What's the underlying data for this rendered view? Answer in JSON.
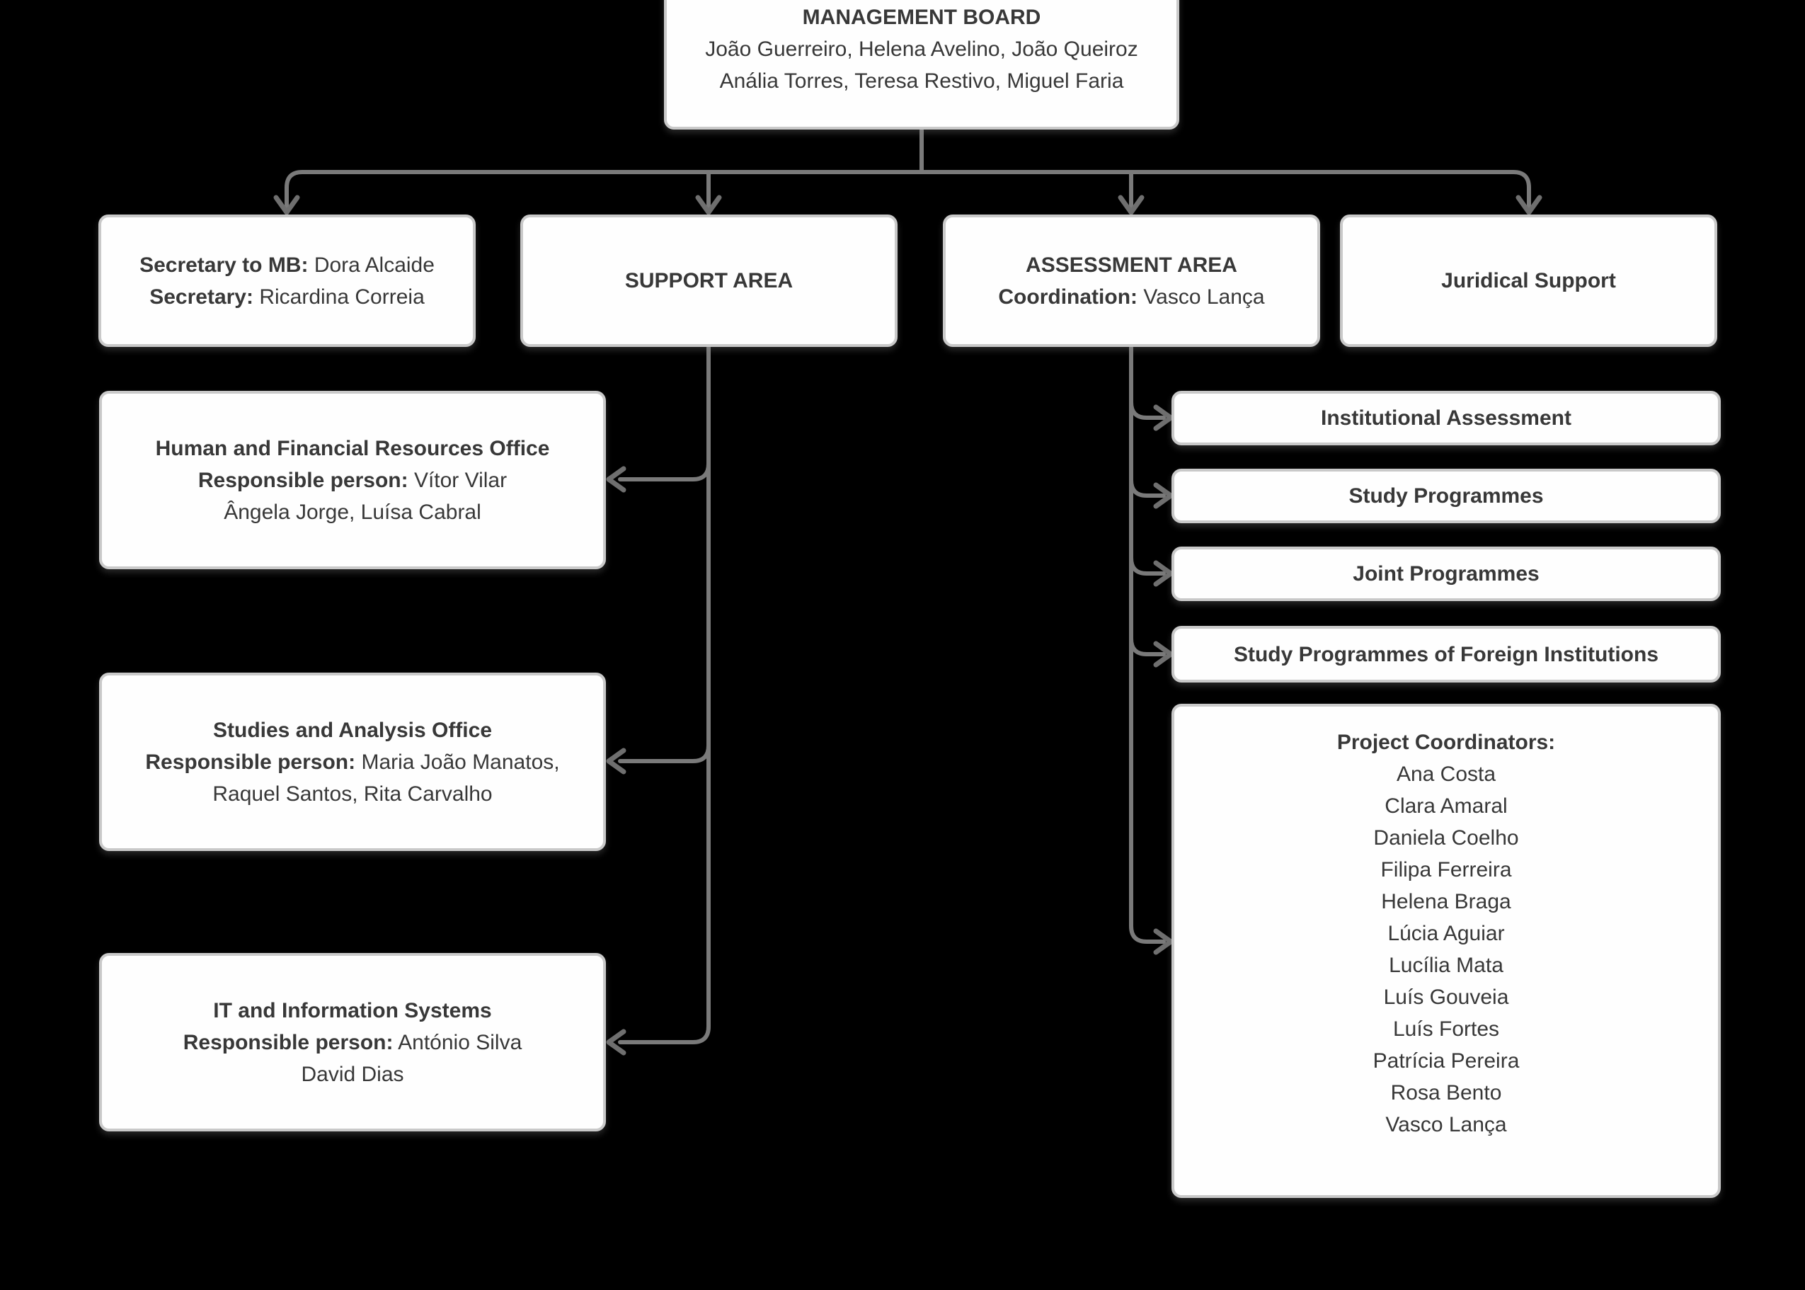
{
  "colors": {
    "background": "#000000",
    "node_fill": "#fefefe",
    "node_border": "#c9c9c9",
    "text": "#383838",
    "connector": "#7a7a7a"
  },
  "org_chart": {
    "management_board": {
      "title": "MANAGEMENT BOARD",
      "members_line1": "João Guerreiro, Helena Avelino, João Queiroz",
      "members_line2": "Anália Torres, Teresa Restivo, Miguel Faria"
    },
    "secretary": {
      "label1": "Secretary to MB:",
      "value1": "Dora Alcaide",
      "label2": "Secretary:",
      "value2": "Ricardina Correia"
    },
    "support_area": {
      "title": "SUPPORT AREA"
    },
    "assessment_area": {
      "title": "ASSESSMENT AREA",
      "coordination_label": "Coordination:",
      "coordination_value": "Vasco Lança"
    },
    "juridical_support": {
      "title": "Juridical Support"
    },
    "hr_office": {
      "title": "Human and Financial Resources Office",
      "responsible_label": "Responsible person:",
      "responsible_value": "Vítor Vilar",
      "staff_line": "Ângela Jorge, Luísa Cabral"
    },
    "studies_office": {
      "title": "Studies and Analysis Office",
      "responsible_label": "Responsible person:",
      "responsible_value": "Maria João Manatos,",
      "staff_line": "Raquel Santos, Rita Carvalho"
    },
    "it_office": {
      "title": "IT and Information Systems",
      "responsible_label": "Responsible person:",
      "responsible_value": "António Silva",
      "staff_line": "David Dias"
    },
    "institutional_assessment": {
      "title": "Institutional Assessment"
    },
    "study_programmes": {
      "title": "Study Programmes"
    },
    "joint_programmes": {
      "title": "Joint Programmes"
    },
    "foreign_programmes": {
      "title": "Study Programmes of Foreign Institutions"
    },
    "project_coordinators": {
      "title": "Project Coordinators:",
      "names": [
        "Ana Costa",
        "Clara Amaral",
        "Daniela Coelho",
        "Filipa Ferreira",
        "Helena Braga",
        "Lúcia Aguiar",
        "Lucília Mata",
        "Luís Gouveia",
        "Luís Fortes",
        "Patrícia Pereira",
        "Rosa Bento",
        "Vasco Lança"
      ]
    }
  }
}
